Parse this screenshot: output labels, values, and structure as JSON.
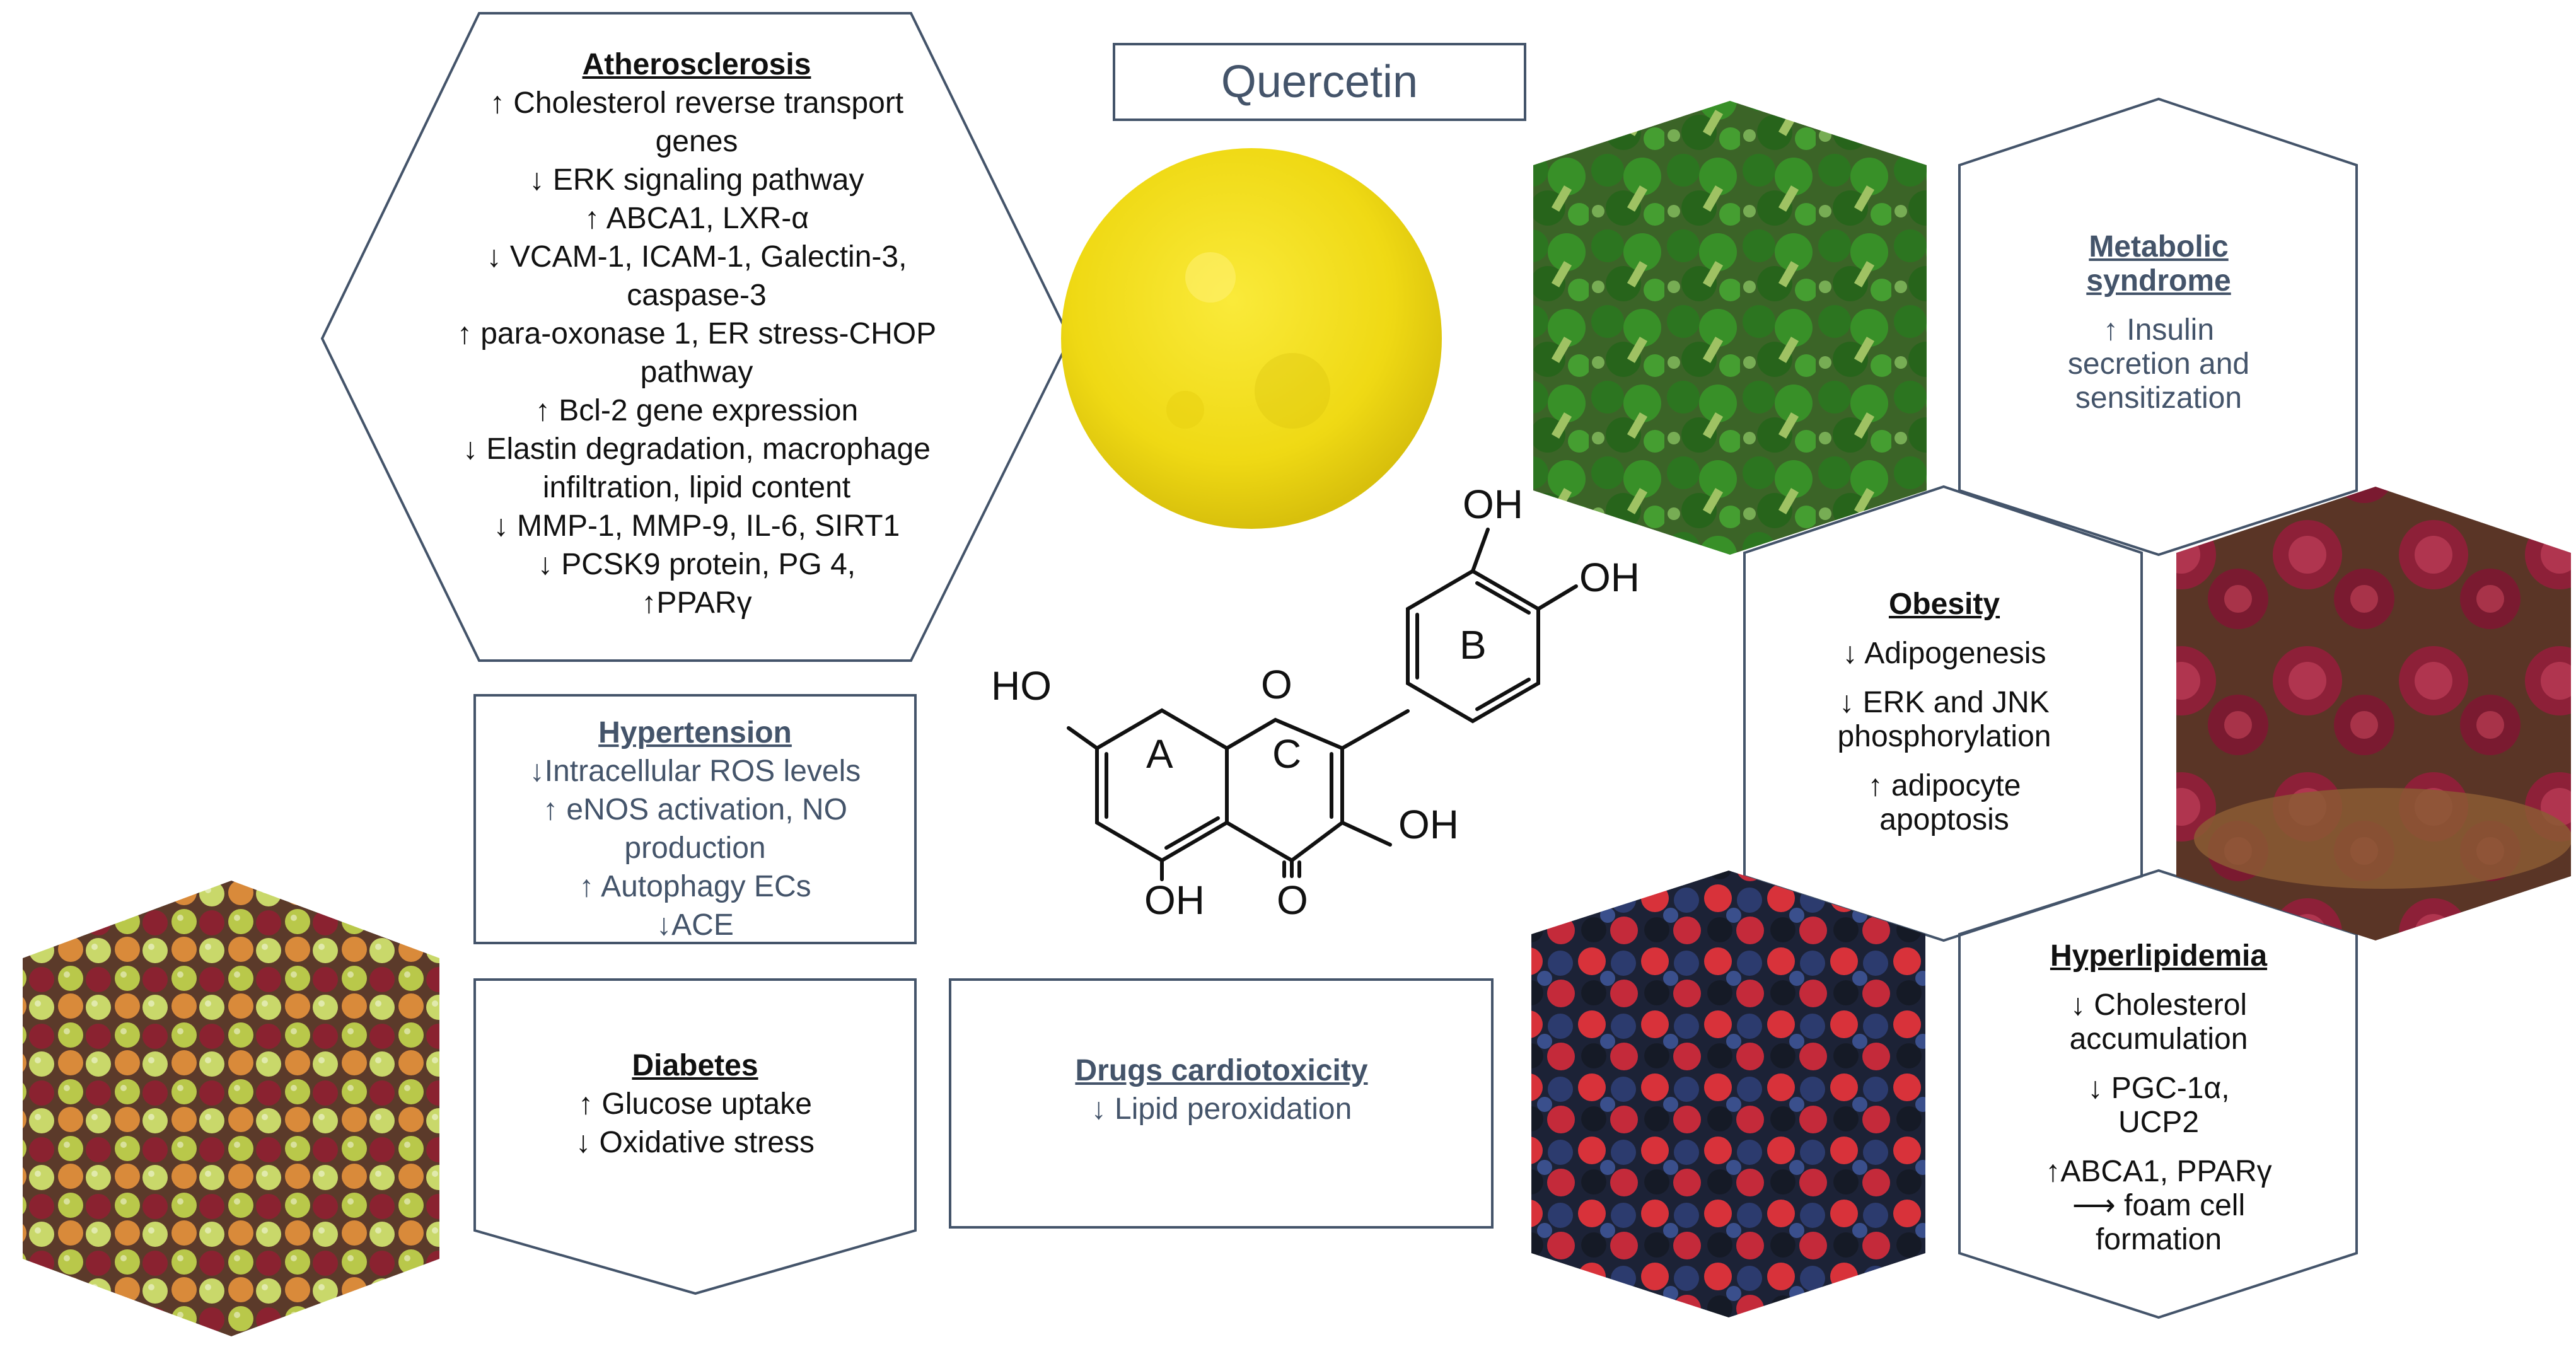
{
  "title": "Quercetin",
  "colors": {
    "outline": "#44546a",
    "blue_text": "#44546a",
    "powder": "#f4e11c"
  },
  "food_images": [
    "quercetin-powder",
    "broccoli",
    "red-onions",
    "grapes",
    "mixed-berries"
  ],
  "molecule": {
    "rings": [
      "A",
      "C",
      "B"
    ],
    "labels": {
      "oh_top": "OH",
      "oh_right": "OH",
      "oh_left": "HO",
      "oh_c3": "OH",
      "oh_bottom": "OH",
      "o_ring": "O",
      "o_ketone": "O"
    }
  },
  "boxes": {
    "atherosclerosis": {
      "heading": "Atherosclerosis",
      "lines": [
        "↑ Cholesterol reverse transport",
        "genes",
        "↓ ERK signaling pathway",
        "↑ ABCA1, LXR-α",
        "↓ VCAM-1, ICAM-1, Galectin-3,",
        "caspase-3",
        "↑ para-oxonase 1, ER stress-CHOP",
        "pathway",
        "↑ Bcl-2 gene expression",
        "↓ Elastin degradation, macrophage",
        "infiltration, lipid content",
        "↓ MMP-1, MMP-9, IL-6, SIRT1",
        "↓ PCSK9 protein, PG 4,",
        "↑PPARγ"
      ]
    },
    "hypertension": {
      "heading": "Hypertension",
      "lines": [
        "↓Intracellular ROS levels",
        "↑ eNOS activation, NO",
        "production",
        "↑ Autophagy ECs",
        "↓ACE"
      ]
    },
    "diabetes": {
      "heading": "Diabetes",
      "lines": [
        "↑ Glucose uptake",
        "↓ Oxidative stress"
      ]
    },
    "drugs_cardiotoxicity": {
      "heading": "Drugs cardiotoxicity",
      "lines": [
        "↓ Lipid peroxidation"
      ]
    },
    "metabolic_syndrome": {
      "heading_lines": [
        "Metabolic",
        "syndrome"
      ],
      "lines": [
        "↑ Insulin",
        "secretion and",
        "sensitization"
      ]
    },
    "obesity": {
      "heading": "Obesity",
      "lines": [
        "↓ Adipogenesis",
        "↓ ERK and JNK",
        "phosphorylation",
        "↑ adipocyte",
        "apoptosis"
      ]
    },
    "hyperlipidemia": {
      "heading": "Hyperlipidemia",
      "lines": [
        "↓ Cholesterol",
        "accumulation",
        "↓  PGC-1α,",
        "UCP2",
        "↑ABCA1, PPARγ",
        "⟶ foam cell",
        "formation"
      ]
    }
  }
}
